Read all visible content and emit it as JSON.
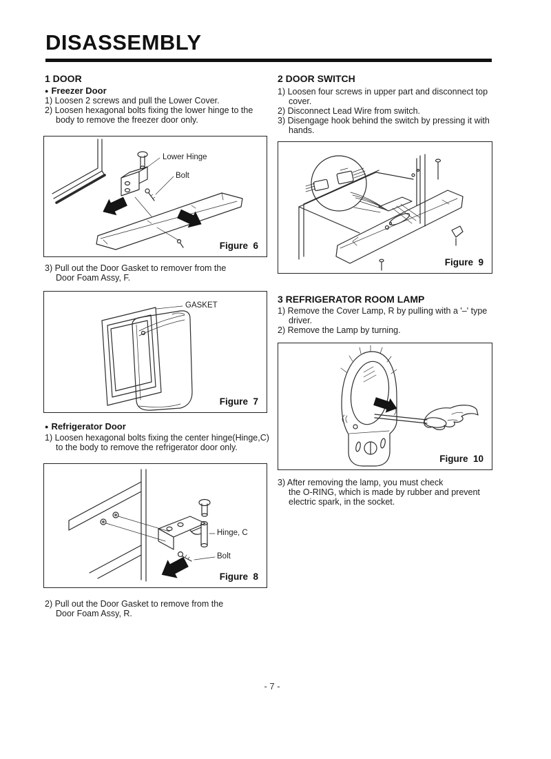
{
  "page": {
    "title": "DISASSEMBLY",
    "page_number": "- 7 -"
  },
  "icons": {
    "bullet": "●"
  },
  "door": {
    "heading": "1 DOOR",
    "freezer": {
      "label": "Freezer Door",
      "step1": "1) Loosen 2 screws and pull the Lower Cover.",
      "step2_l1": "2) Loosen hexagonal bolts fixing the lower hinge to the",
      "step2_l2": "body to remove the freezer door only.",
      "step3_l1": "3) Pull out the Door Gasket to remover from the",
      "step3_l2": "Door Foam Assy, F."
    },
    "refrigerator": {
      "label": "Refrigerator Door",
      "step1_l1": "1) Loosen hexagonal bolts fixing the center hinge(Hinge,C)",
      "step1_l2": "to the body to remove the refrigerator door only.",
      "step2_l1": "2) Pull out the Door Gasket to remove from the",
      "step2_l2": "Door Foam Assy, R."
    }
  },
  "door_switch": {
    "heading": "2 DOOR SWITCH",
    "step1_l1": "1) Loosen four screws in upper part and disconnect top",
    "step1_l2": "cover.",
    "step2": "2) Disconnect Lead Wire from switch.",
    "step3_l1": "3) Disengage hook behind the switch by pressing it with",
    "step3_l2": "hands."
  },
  "room_lamp": {
    "heading": "3 REFRIGERATOR ROOM LAMP",
    "step1_l1": "1) Remove the Cover Lamp, R by pulling with a '–' type",
    "step1_l2": "driver.",
    "step2": "2) Remove the Lamp by turning.",
    "step3_l1": "3) After removing the lamp, you must check",
    "step3_l2": "the O-RING, which is made by rubber and prevent",
    "step3_l3": "electric spark, in the socket."
  },
  "figures": {
    "fig6": {
      "caption": "Figure  6",
      "label_lower_hinge": "Lower Hinge",
      "label_bolt": "Bolt"
    },
    "fig7": {
      "caption": "Figure  7",
      "label_gasket": "GASKET"
    },
    "fig8": {
      "caption": "Figure  8",
      "label_hinge": "Hinge, C",
      "label_bolt": "Bolt"
    },
    "fig9": {
      "caption": "Figure  9"
    },
    "fig10": {
      "caption": "Figure  10"
    }
  }
}
